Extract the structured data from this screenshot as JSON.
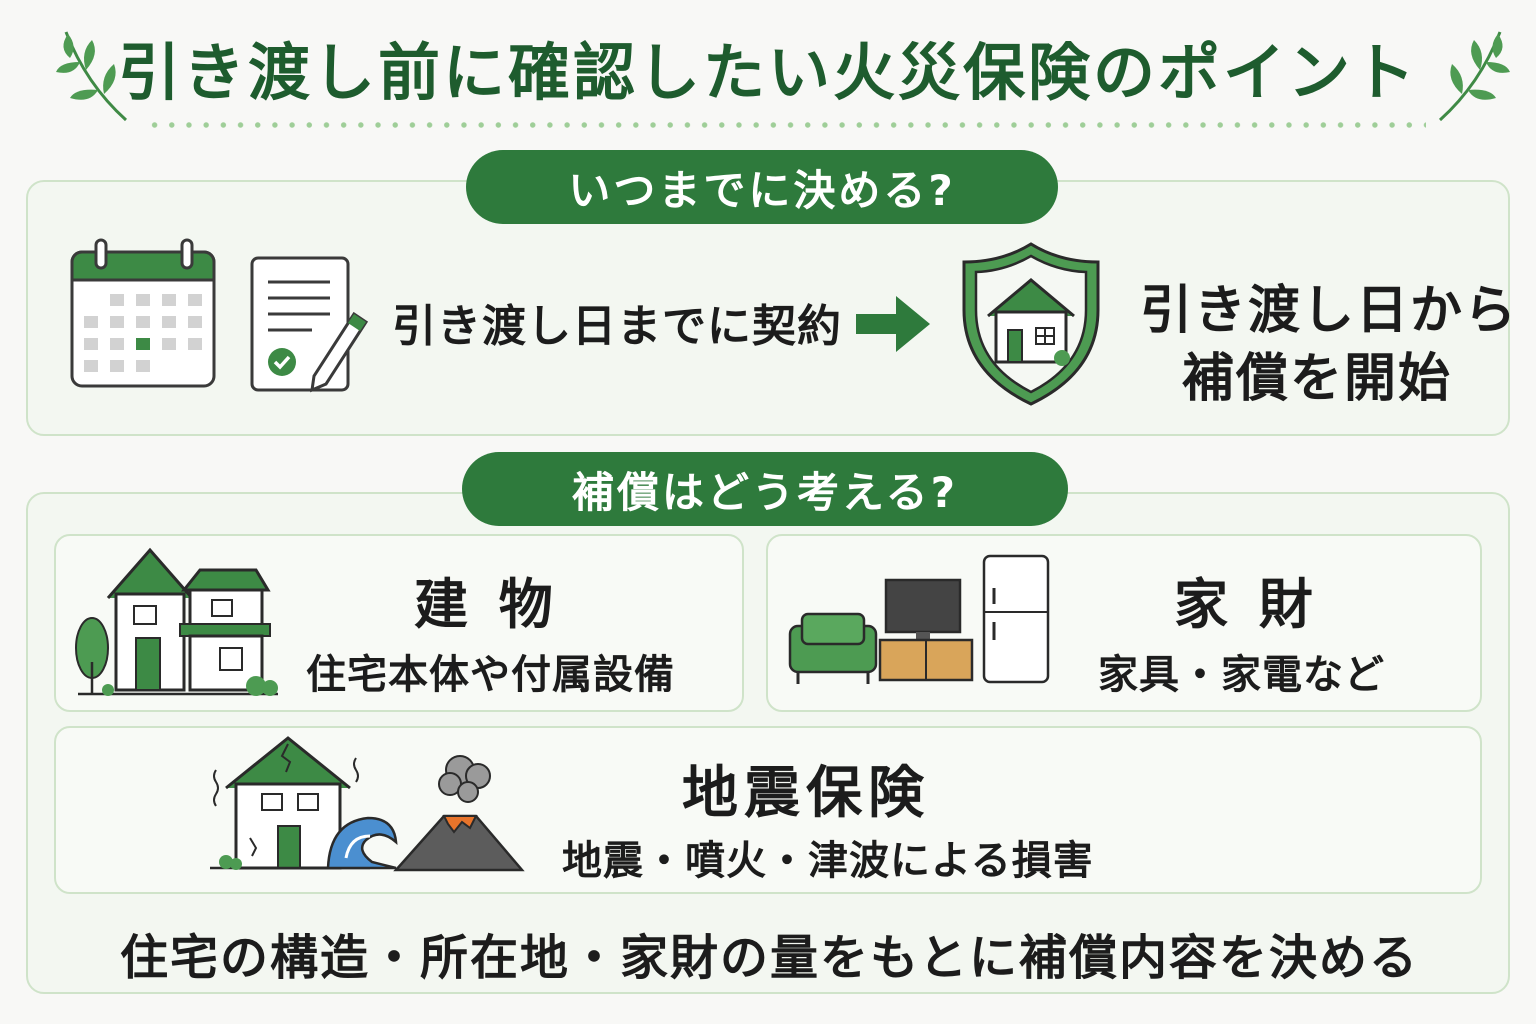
{
  "title": "引き渡し前に確認したい火災保険のポイント",
  "section_when": {
    "heading": "いつまでに決める?",
    "contract_text": "引き渡し日までに契約",
    "coverage_line1": "引き渡し日から",
    "coverage_line2": "補償を開始"
  },
  "section_coverage": {
    "heading": "補償はどう考える?",
    "building": {
      "title": "建 物",
      "desc": "住宅本体や付属設備"
    },
    "contents": {
      "title": "家 財",
      "desc": "家具・家電など"
    },
    "earthquake": {
      "title": "地震保険",
      "desc": "地震・噴火・津波による損害"
    },
    "footer": "住宅の構造・所在地・家財の量をもとに補償内容を決める"
  },
  "colors": {
    "brand_green": "#2e7a3c",
    "title_green": "#1e5c2e",
    "panel_border": "#cfe3c9"
  },
  "icons": [
    "leaf-branch-icon",
    "calendar-icon",
    "contract-document-icon",
    "arrow-right-icon",
    "shield-house-icon",
    "house-icon",
    "furniture-appliance-icon",
    "earthquake-house-icon",
    "tsunami-wave-icon",
    "volcano-icon"
  ]
}
